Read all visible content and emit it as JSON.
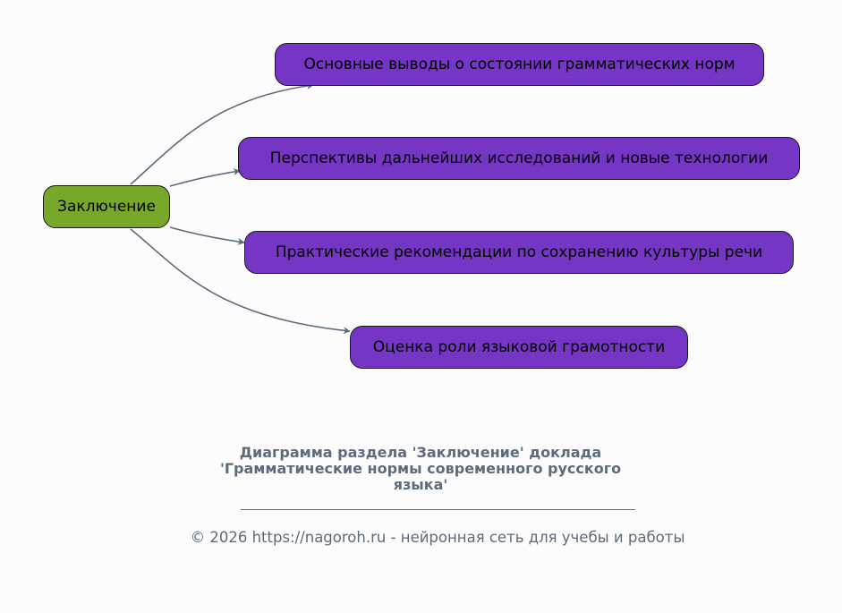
{
  "diagram": {
    "root": {
      "label": "Заключение",
      "color": "#78a82a"
    },
    "children": [
      {
        "label": "Основные выводы о состоянии грамматических норм",
        "color": "#7535c5"
      },
      {
        "label": "Перспективы дальнейших исследований и новые технологии",
        "color": "#7535c5"
      },
      {
        "label": "Практические рекомендации по сохранению культуры речи",
        "color": "#7535c5"
      },
      {
        "label": "Оценка роли языковой грамотности",
        "color": "#7535c5"
      }
    ],
    "edge_color": "#5d6b7a"
  },
  "caption": {
    "title_lines": [
      "Диаграмма раздела 'Заключение' доклада",
      "'Грамматические нормы современного русского",
      "языка'"
    ],
    "footer": "© 2026 https://nagoroh.ru - нейронная сеть для учебы и работы"
  }
}
